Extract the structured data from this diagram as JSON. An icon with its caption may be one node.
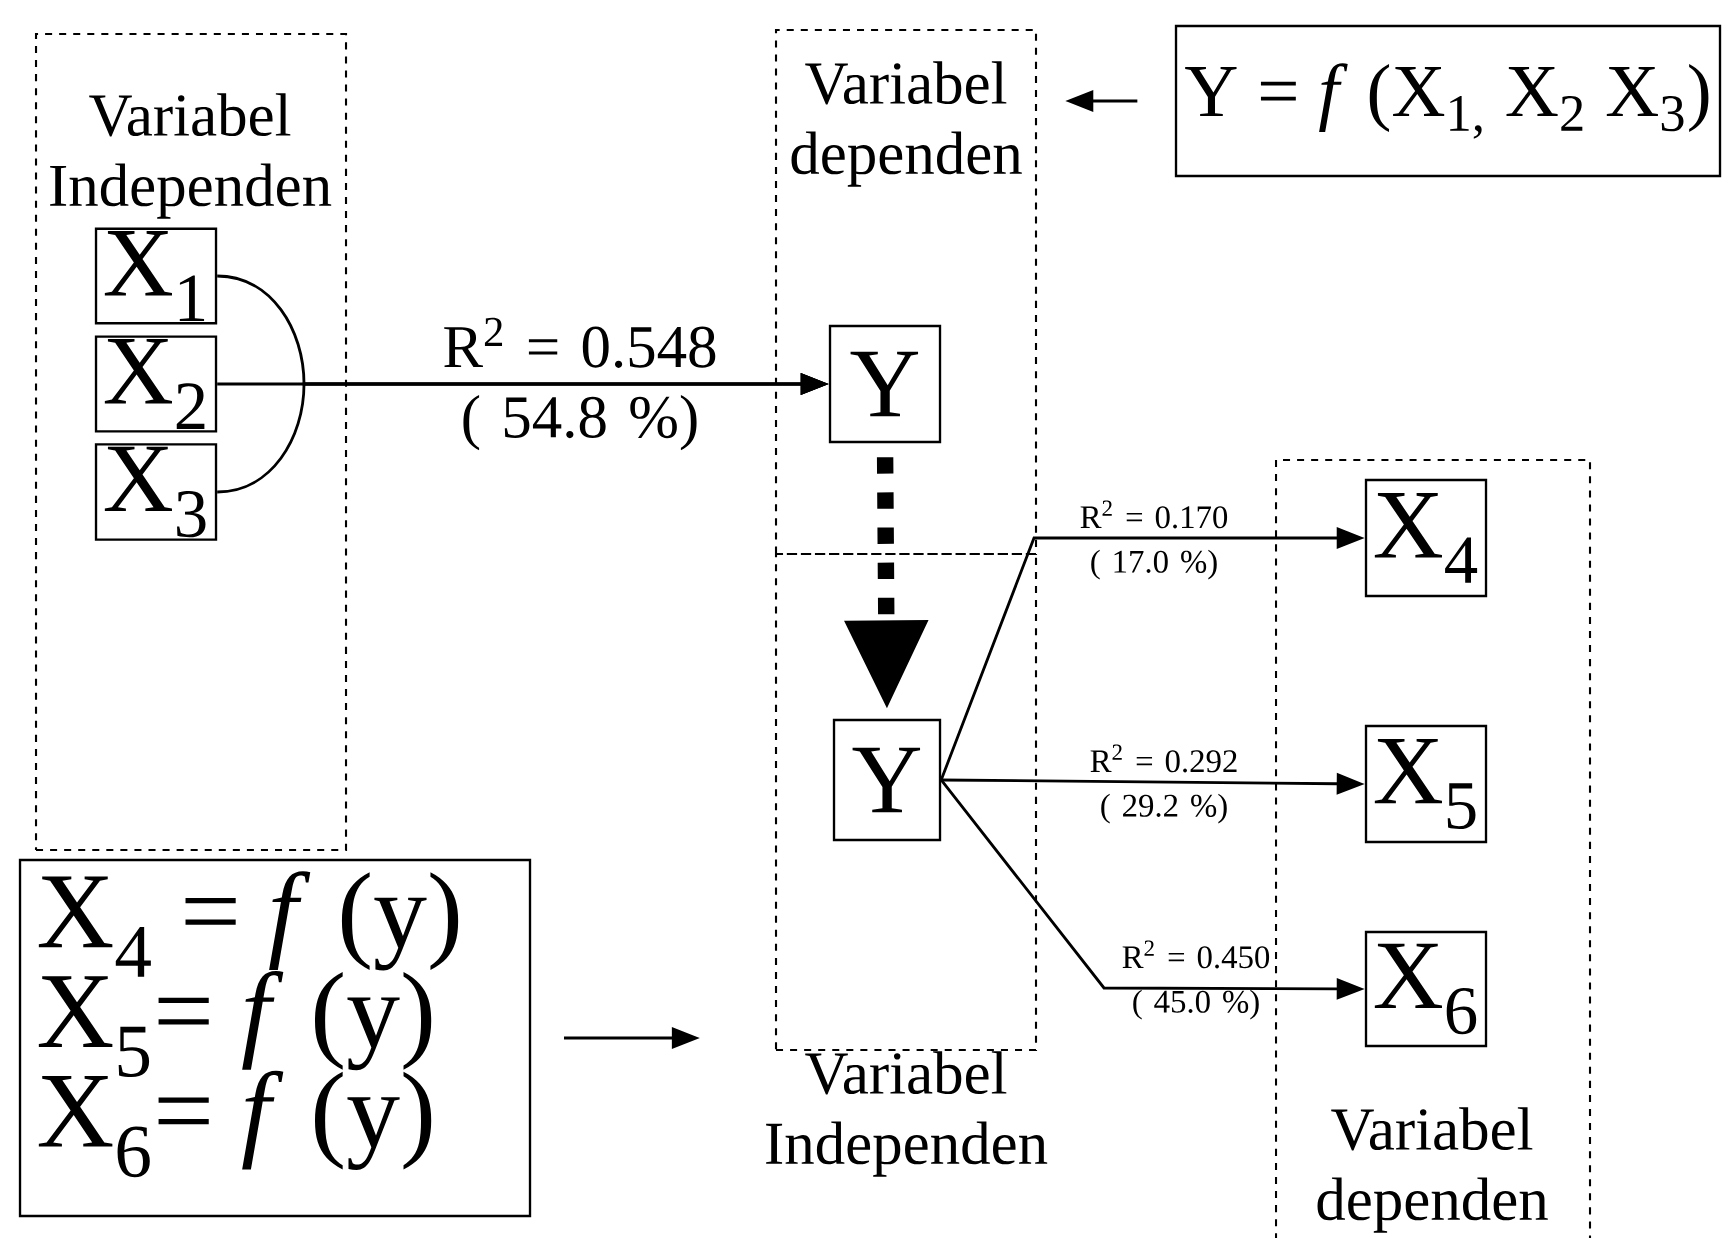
{
  "diagram": {
    "nodes": [
      {
        "text": [
          "Variabel Independen"
        ]
      },
      {
        "text": [
          "X$_{1}$"
        ],
        "in": 0
      },
      {
        "text": [
          "X$_{2}$"
        ],
        "in": 0
      },
      {
        "text": [
          "X$_{3}$"
        ],
        "in": 0
      },
      {
        "text": [
          "Variabel dependen"
        ]
      },
      {
        "text": [
          "Y"
        ],
        "in": 4
      },
      {
        "text": [
          "Y = *f* (X$_{1,}$ X$_{2}$ X$_{3}$)"
        ]
      },
      {
        "text": [
          "Variabel Independen"
        ]
      },
      {
        "text": [
          "Y"
        ],
        "in": 7
      },
      {
        "text": [
          "Variabel dependen"
        ]
      },
      {
        "text": [
          "X$_{4}$"
        ],
        "in": 9
      },
      {
        "text": [
          "X$_{5}$"
        ],
        "in": 9
      },
      {
        "text": [
          "X$_{6}$"
        ],
        "in": 9
      },
      {
        "text": [
          "X$_{4}$ = *f* (y)",
          "X$_{5}$= *f* (y)",
          "X$_{6}$= *f* (y)"
        ]
      }
    ],
    "edges": [
      {
        "from": 1,
        "to": 5,
        "arrow": "to"
      },
      {
        "from": 2,
        "to": 5,
        "arrow": "to",
        "label": "R$^{2}$ = 0.548 ( 54.8 %)"
      },
      {
        "from": 3,
        "to": 5,
        "arrow": "to"
      },
      {
        "from": 6,
        "to": 4,
        "arrow": "to"
      },
      {
        "from": 5,
        "to": 8,
        "arrow": "to",
        "style": "dashed"
      },
      {
        "from": 8,
        "to": 10,
        "arrow": "to",
        "label": "R$^{2}$ = 0.170 ( 17.0 %)"
      },
      {
        "from": 8,
        "to": 11,
        "arrow": "to",
        "label": "R$^{2}$ = 0.292 ( 29.2 %)"
      },
      {
        "from": 8,
        "to": 12,
        "arrow": "to",
        "label": "R$^{2}$ = 0.450 ( 45.0 %)"
      },
      {
        "from": 13,
        "to": 7,
        "arrow": "to"
      }
    ]
  }
}
